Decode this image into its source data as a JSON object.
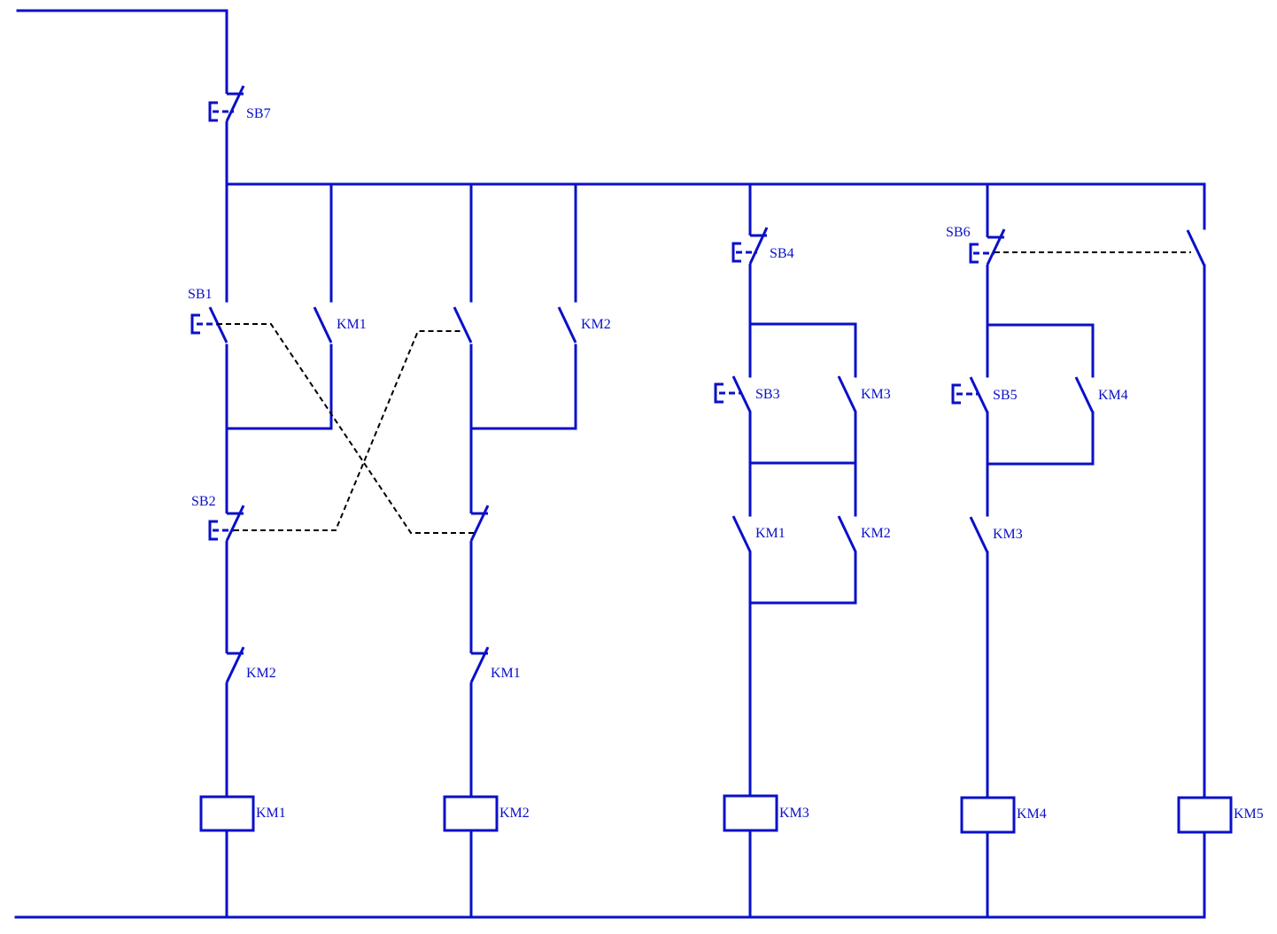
{
  "colors": {
    "wire": "#0a10c8",
    "linkage": "#000000",
    "background": "#ffffff"
  },
  "labels": {
    "sb7": "SB7",
    "sb1": "SB1",
    "sb2": "SB2",
    "sb3": "SB3",
    "sb4": "SB4",
    "sb5": "SB5",
    "sb6": "SB6",
    "km1_no": "KM1",
    "km2_no": "KM2",
    "km3_no": "KM3",
    "km4_no": "KM4",
    "km2_nc": "KM2",
    "km1_nc": "KM1",
    "km1_no_b3": "KM1",
    "km2_no_b3": "KM2",
    "km3_no_b4": "KM3",
    "coil_km1": "KM1",
    "coil_km2": "KM2",
    "coil_km3": "KM3",
    "coil_km4": "KM4",
    "coil_km5": "KM5"
  }
}
